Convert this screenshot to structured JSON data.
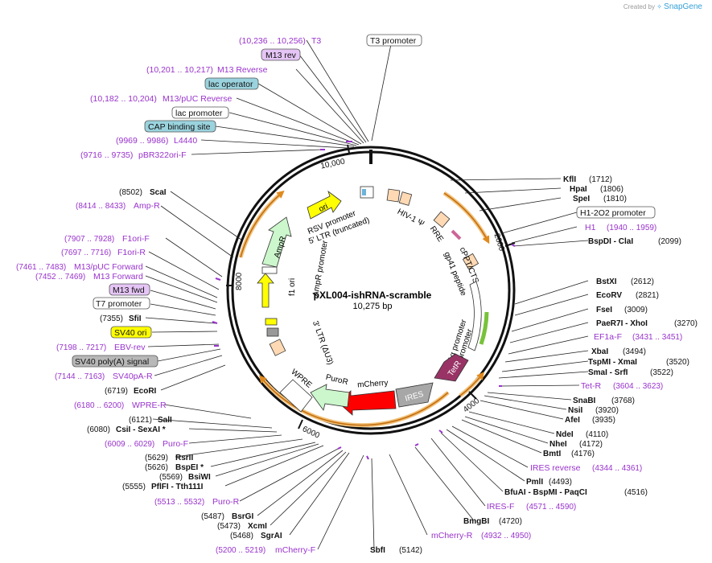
{
  "branding": {
    "created_by": "Created by",
    "app": "SnapGene"
  },
  "plasmid": {
    "name": "pXL004-ishRNA-scramble",
    "size": "10,275 bp"
  },
  "colors": {
    "primer": "#9933cc",
    "enzyme_unique": "#111111",
    "orange_arc": "#e08a1e",
    "ori": "#ffff00",
    "ampr": "#ccf7cc",
    "rsv": "#ffd9b3",
    "purple_feature": "#993366",
    "ires": "#999999",
    "mcherry": "#ff0000",
    "purore": "#ccf7cc",
    "wpre": "#ffffff",
    "ltr3": "#ffd9b3",
    "badge_purple": "#e5c5f5",
    "badge_teal": "#9ad3de",
    "badge_yellow": "#ffff00",
    "badge_gray": "#b8b8b8"
  },
  "tick_labels": [
    "2000",
    "4000",
    "6000",
    "8000",
    "10,000"
  ],
  "features": {
    "ori": "ori",
    "rsv": "RSV promoter",
    "ltr5": "5' LTR (truncated)",
    "hiv": "HIV-1 Ψ",
    "rre": "RRE",
    "cppt": "cPPT/CTS",
    "gp41": "gp41 peptide",
    "ef1a": "EF-1α promoter",
    "t7": "T7 promoter",
    "tetr": "TetR",
    "ires": "IRES",
    "mcherry": "mCherry",
    "puror": "PuroR",
    "wpre": "WPRE",
    "ltr3": "3' LTR (ΔU3)",
    "f1ori": "f1 ori",
    "amprprom": "AmpR promoter",
    "ampr": "AmpR"
  },
  "labels": {
    "t3_coord": "(10,236 .. 10,256)",
    "t3": "T3",
    "t3_promoter": "T3 promoter",
    "m13rev": "M13 rev",
    "m13reverse_coord": "(10,201 .. 10,217)",
    "m13reverse": "M13 Reverse",
    "lacop": "lac operator",
    "m13puc_rev_coord": "(10,182 .. 10,204)",
    "m13puc_rev": "M13/pUC Reverse",
    "lacprom": "lac promoter",
    "cap": "CAP binding site",
    "l4440_coord": "(9969 .. 9986)",
    "l4440": "L4440",
    "pbr_coord": "(9716 .. 9735)",
    "pbr": "pBR322ori-F",
    "scai_coord": "(8502)",
    "scai": "ScaI",
    "ampr_p_coord": "(8414 .. 8433)",
    "ampr_p": "Amp-R",
    "f1orif_coord": "(7907 .. 7928)",
    "f1orif": "F1ori-F",
    "f1orir_coord": "(7697 .. 7716)",
    "f1orir": "F1ori-R",
    "m13pucf_coord": "(7461 .. 7483)",
    "m13pucf": "M13/pUC Forward",
    "m13f_coord": "(7452 .. 7469)",
    "m13f": "M13 Forward",
    "m13fwd": "M13 fwd",
    "t7prom": "T7 promoter",
    "sfii_coord": "(7355)",
    "sfii": "SfiI",
    "sv40ori": "SV40 ori",
    "ebv_coord": "(7198 .. 7217)",
    "ebv": "EBV-rev",
    "sv40pa": "SV40 poly(A) signal",
    "sv40par_coord": "(7144 .. 7163)",
    "sv40par": "SV40pA-R",
    "ecori_coord": "(6719)",
    "ecori": "EcoRI",
    "wprer_coord": "(6180 .. 6200)",
    "wprer": "WPRE-R",
    "sali_coord": "(6121)",
    "sali": "SalI",
    "csii_coord": "(6080)",
    "csii": "CsiI - SexAI *",
    "purof_coord": "(6009 .. 6029)",
    "purof": "Puro-F",
    "rsrii_coord": "(5629)",
    "rsrii": "RsrII",
    "bspei_coord": "(5626)",
    "bspei": "BspEI *",
    "bsiwi_coord": "(5569)",
    "bsiwi": "BsiWI",
    "pflfi_coord": "(5555)",
    "pflfi": "PflFI - Tth111I",
    "puror_coord": "(5513 .. 5532)",
    "puror": "Puro-R",
    "bsrgi_coord": "(5487)",
    "bsrgi": "BsrGI",
    "xcmi_coord": "(5473)",
    "xcmi": "XcmI",
    "sgrai_coord": "(5468)",
    "sgrai": "SgrAI",
    "mcherryf_coord": "(5200 .. 5219)",
    "mcherryf": "mCherry-F",
    "sbfi": "SbfI",
    "sbfi_coord": "(5142)",
    "mcherryr": "mCherry-R",
    "mcherryr_coord": "(4932 .. 4950)",
    "bmgbi": "BmgBI",
    "bmgbi_coord": "(4720)",
    "iresf": "IRES-F",
    "iresf_coord": "(4571 .. 4590)",
    "bfuai": "BfuAI - BspMI - PaqCI",
    "bfuai_coord": "(4516)",
    "pmli": "PmlI",
    "pmli_coord": "(4493)",
    "iresrev": "IRES reverse",
    "iresrev_coord": "(4344 .. 4361)",
    "bmti": "BmtI",
    "bmti_coord": "(4176)",
    "nhei": "NheI",
    "nhei_coord": "(4172)",
    "ndei": "NdeI",
    "ndei_coord": "(4110)",
    "afei": "AfeI",
    "afei_coord": "(3935)",
    "nsii": "NsiI",
    "nsii_coord": "(3920)",
    "snabi": "SnaBI",
    "snabi_coord": "(3768)",
    "tetr": "Tet-R",
    "tetr_coord": "(3604 .. 3623)",
    "smai": "SmaI - SrfI",
    "smai_coord": "(3522)",
    "tspmi": "TspMI - XmaI",
    "tspmi_coord": "(3520)",
    "xbai": "XbaI",
    "xbai_coord": "(3494)",
    "ef1af": "EF1a-F",
    "ef1af_coord": "(3431 .. 3451)",
    "paer7i": "PaeR7I - XhoI",
    "paer7i_coord": "(3270)",
    "fsei": "FseI",
    "fsei_coord": "(3009)",
    "ecorv": "EcoRV",
    "ecorv_coord": "(2821)",
    "bstxi": "BstXI",
    "bstxi_coord": "(2612)",
    "bspdi": "BspDI - ClaI",
    "bspdi_coord": "(2099)",
    "h1": "H1",
    "h1_coord": "(1940 .. 1959)",
    "h1o2": "H1-2O2 promoter",
    "spei": "SpeI",
    "spei_coord": "(1810)",
    "hpai": "HpaI",
    "hpai_coord": "(1806)",
    "kfli": "KflI",
    "kfli_coord": "(1712)"
  }
}
